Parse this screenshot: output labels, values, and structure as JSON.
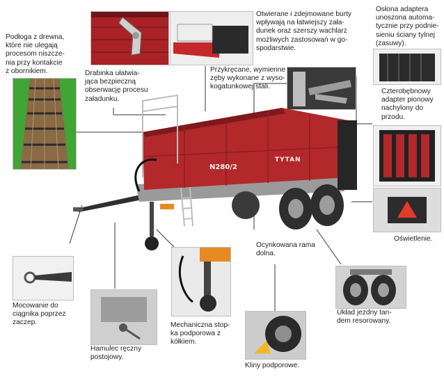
{
  "labels": {
    "floor": "Podłoga z drewna,\nktóre nie ulegają\nprocesom niszcze-\nnia przy kontakcie\nz obornikiem.",
    "ladder": "Drabinka ułatwia-\njąca bezpieczną\nobserwację procesu\nzaładunku.",
    "sides": "Otwierane i zdejmowane burty\nwpływają na łatwiejszy zała-\ndunek oraz szerszy wachlarz\nmożliwych zastosowań w go-\nspodarstwie.",
    "teeth": "Przykręcane, wymienne\nzęby wykonane z wyso-\nkogatunkowej stali.",
    "cover": "Osłona adaptera\nunoszona automa-\ntycznie przy podnie-\nsieniu ściany tylnej\n(zasuwy).",
    "adapter": "Czterobębnowy\nadapter pionowy\nnachylony do\nprzodu.",
    "lights": "Oświetlenie.",
    "frame": "Ocynkowana rama\ndolna.",
    "hitch": "Mocowanie do\nciągnika poprzez\nzaczep.",
    "brake": "Hamulec ręczny\npostojowy.",
    "stand": "Mechaniczna stop-\nka podporowa z\nkółkiem.",
    "chocks": "Kliny podporowe.",
    "axle": "Układ jezdny tan-\ndem resorowany."
  },
  "trailer": {
    "model_badge": "N280/2",
    "brand_badge": "TYTAN"
  },
  "colors": {
    "body_red": "#b3282b",
    "body_dark": "#7e1a1d",
    "frame_gray": "#9a9a9a",
    "tire_dark": "#2e2e2e",
    "floor_green": "#3fa535",
    "line": "#333333"
  }
}
